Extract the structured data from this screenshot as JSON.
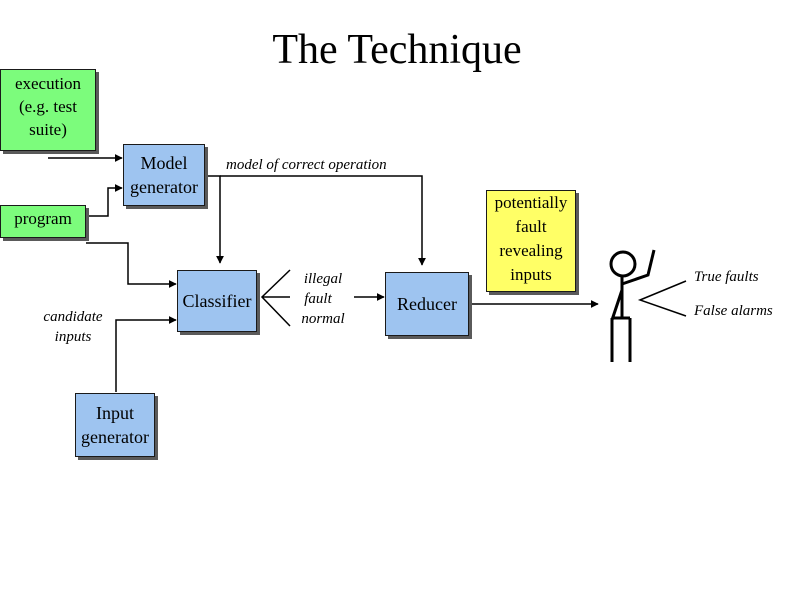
{
  "title": "The Technique",
  "nodes": {
    "execution": "execution (e.g. test suite)",
    "program": "program",
    "model_generator": "Model generator",
    "classifier": "Classifier",
    "reducer": "Reducer",
    "input_generator": "Input generator",
    "potentially_fault_revealing": "potentially fault revealing inputs"
  },
  "labels": {
    "model_of_correct_operation": "model of correct operation",
    "candidate_inputs": "candidate inputs",
    "illegal": "illegal",
    "fault": "fault",
    "normal": "normal",
    "true_faults": "True faults",
    "false_alarms": "False alarms"
  },
  "colors": {
    "green_note": "#7CFC7C",
    "yellow_note": "#FFFF66",
    "blue_box": "#9EC4F0"
  }
}
